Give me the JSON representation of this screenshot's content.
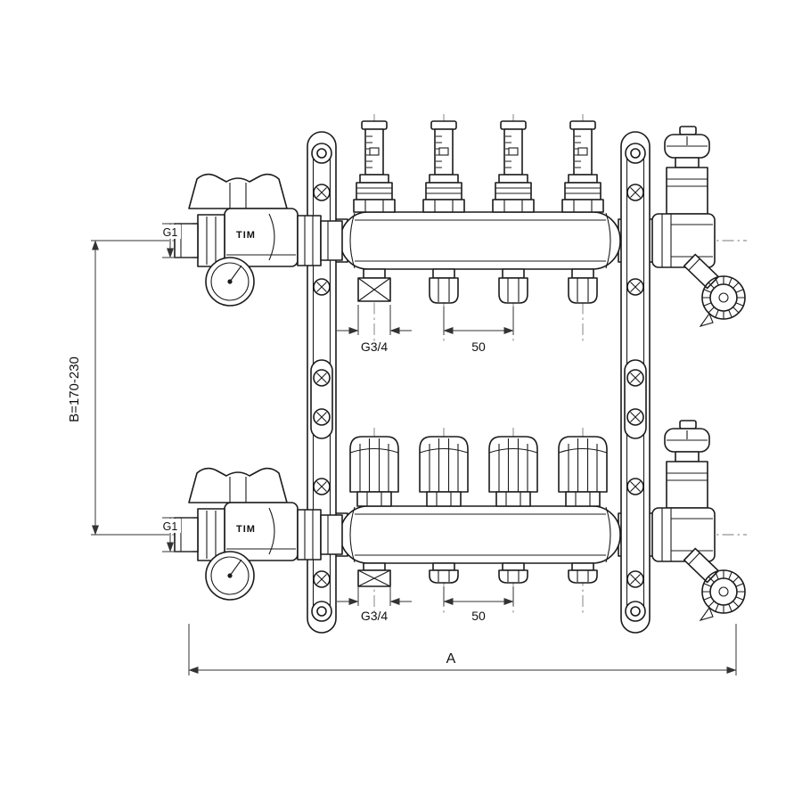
{
  "labels": {
    "brand": "TIM",
    "dim_height": "B=170-230",
    "dim_width": "A",
    "thread_inlet": "G1",
    "thread_outlet": "G3/4",
    "spacing": "50"
  },
  "colors": {
    "line": "#1b1b1b",
    "dimension": "#333333",
    "background": "#ffffff"
  }
}
